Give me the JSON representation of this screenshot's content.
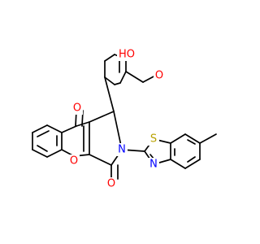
{
  "molecule": {
    "atoms": {
      "hydroxyl_label": "HO",
      "methoxy_oxygen": "O",
      "upper_carbonyl_oxygen": "O",
      "lower_carbonyl_oxygen": "O",
      "ring_oxygen": "O",
      "ring_nitrogen": "N",
      "thiazole_sulfur": "S",
      "thiazole_nitrogen": "N"
    },
    "colors": {
      "bond": "#000000",
      "oxygen": "#ff0000",
      "nitrogen": "#0000ff",
      "sulfur": "#b8a100"
    }
  }
}
